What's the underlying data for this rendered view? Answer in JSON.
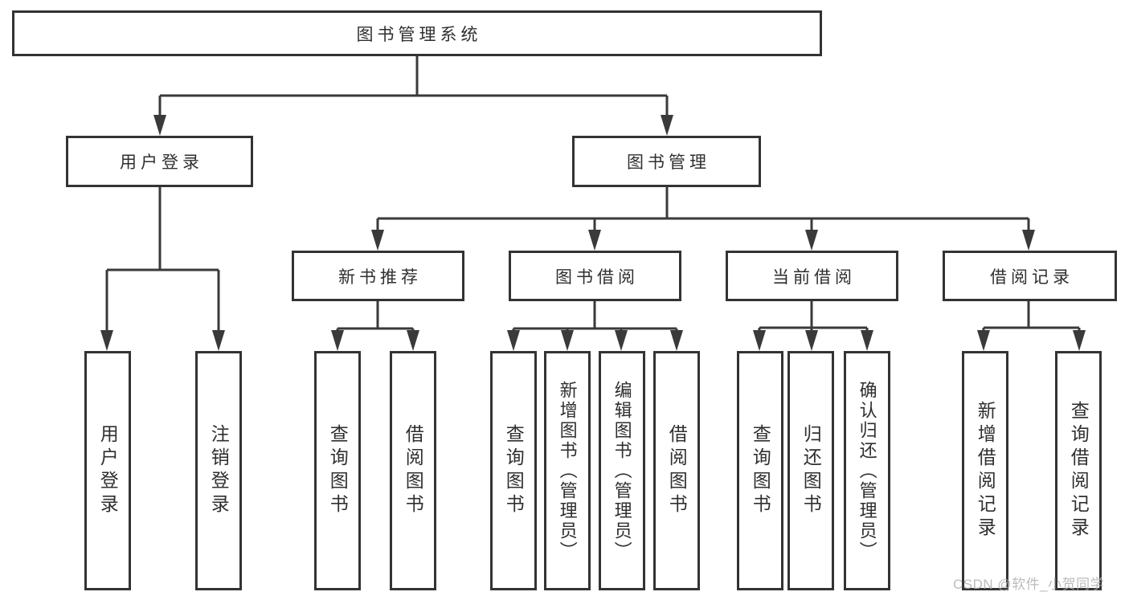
{
  "colors": {
    "line": "#3a3a3a",
    "box_border": "#333333",
    "box_fill": "#ffffff",
    "text": "#2f2f2f",
    "watermark": "#b0b0b0",
    "background": "#ffffff"
  },
  "watermark": {
    "text": "CSDN @软件_小贺同学"
  },
  "nodes": {
    "root": {
      "label": "图书管理系统"
    },
    "user_login": {
      "label": "用户登录"
    },
    "book_mgmt": {
      "label": "图书管理"
    },
    "new_book_rec": {
      "label": "新书推荐"
    },
    "book_borrow": {
      "label": "图书借阅"
    },
    "current_borrow": {
      "label": "当前借阅"
    },
    "borrow_records": {
      "label": "借阅记录"
    },
    "leaf_user_login": {
      "label": "用户登录"
    },
    "leaf_logout": {
      "label": "注销登录"
    },
    "leaf_query_book_rec": {
      "label": "查询图书"
    },
    "leaf_borrow_book_rec": {
      "label": "借阅图书"
    },
    "leaf_query_book_borrow": {
      "label": "查询图书"
    },
    "leaf_add_book": {
      "label": "新增图书（管理员）"
    },
    "leaf_edit_book": {
      "label": "编辑图书（管理员）"
    },
    "leaf_borrow_book_borrow": {
      "label": "借阅图书"
    },
    "leaf_query_book_current": {
      "label": "查询图书"
    },
    "leaf_return_book": {
      "label": "归还图书"
    },
    "leaf_confirm_return": {
      "label": "确认归还（管理员）"
    },
    "leaf_add_borrow_record": {
      "label": "新增借阅记录"
    },
    "leaf_query_borrow_record": {
      "label": "查询借阅记录"
    }
  }
}
